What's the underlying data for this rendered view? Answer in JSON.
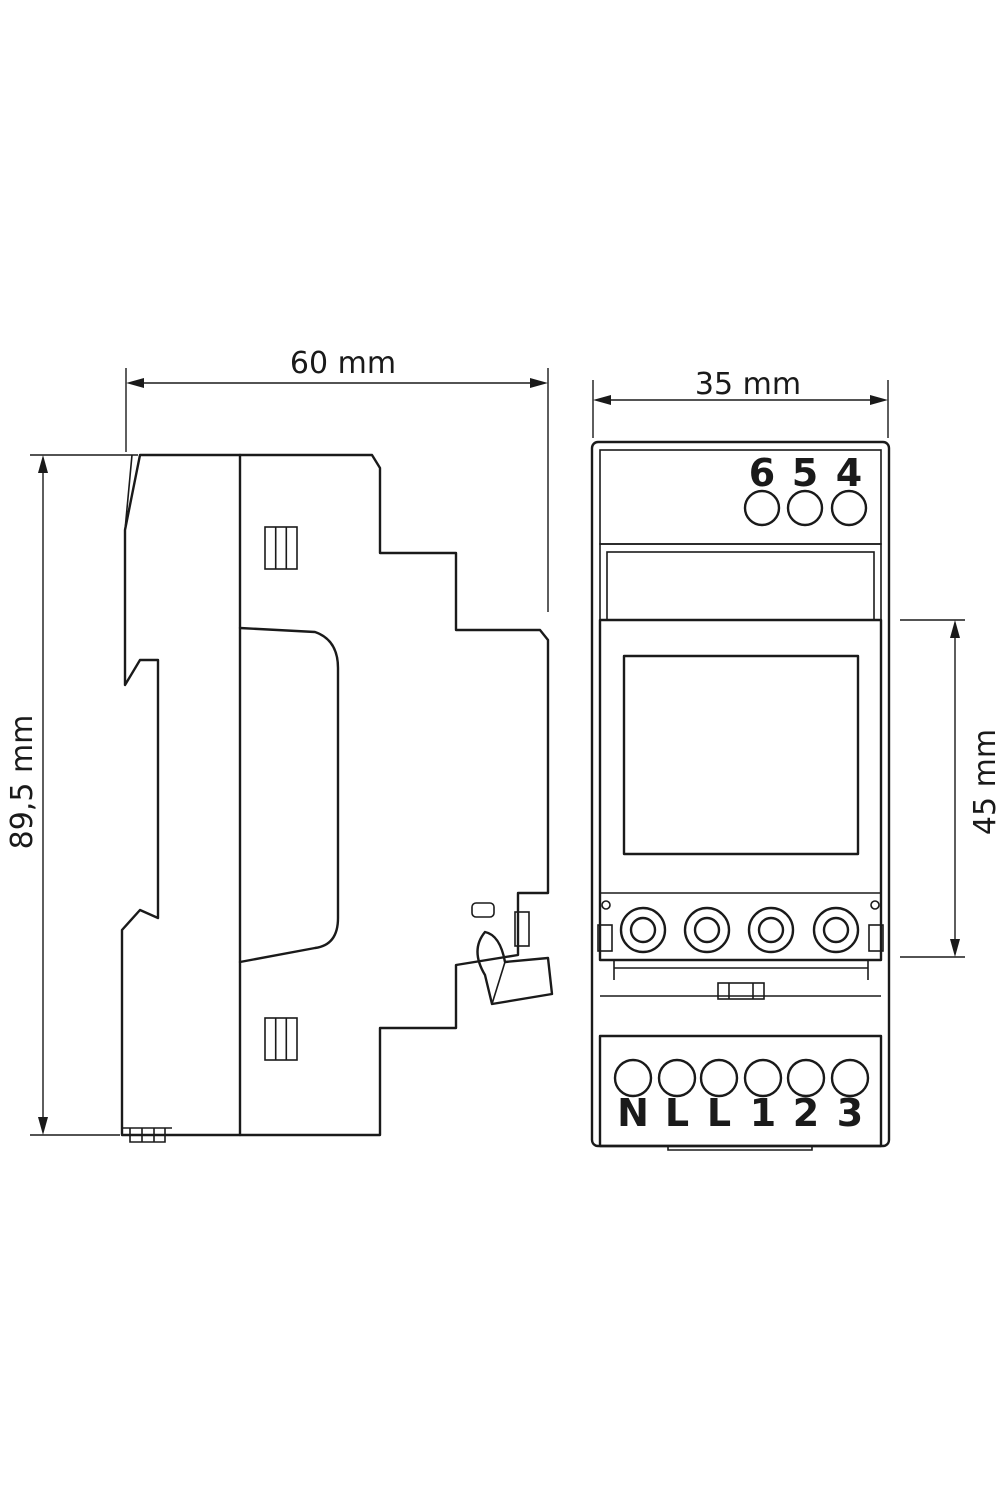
{
  "dimensions": {
    "width_label": "60 mm",
    "front_width_label": "35 mm",
    "height_label": "89,5 mm",
    "window_height_label": "45 mm"
  },
  "terminals": {
    "top": [
      "6",
      "5",
      "4"
    ],
    "bottom": [
      "N",
      "L",
      "L",
      "1",
      "2",
      "3"
    ]
  },
  "colors": {
    "line": "#1a1a1a",
    "background": "#ffffff"
  }
}
